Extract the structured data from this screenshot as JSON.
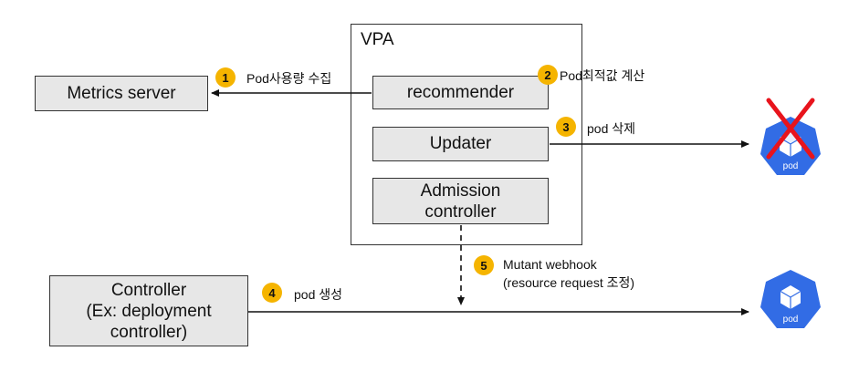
{
  "vpa": {
    "title": "VPA"
  },
  "boxes": {
    "metrics_server": "Metrics server",
    "recommender": "recommender",
    "updater": "Updater",
    "admission_line1": "Admission",
    "admission_line2": "controller",
    "controller_line1": "Controller",
    "controller_line2": "(Ex: deployment",
    "controller_line3": "controller)"
  },
  "steps": [
    {
      "num": "1",
      "label": "Pod사용량 수집"
    },
    {
      "num": "2",
      "label": "Pod최적값 계산"
    },
    {
      "num": "3",
      "label": "pod 삭제"
    },
    {
      "num": "4",
      "label": "pod 생성"
    },
    {
      "num": "5",
      "label_line1": "Mutant webhook",
      "label_line2": "(resource request 조정)"
    }
  ],
  "pods": {
    "deleted_label": "pod",
    "created_label": "pod"
  },
  "colors": {
    "badge": "#f5b400",
    "pod": "#326ce5",
    "cross": "#e8141c",
    "box_fill": "#e7e7e7"
  }
}
